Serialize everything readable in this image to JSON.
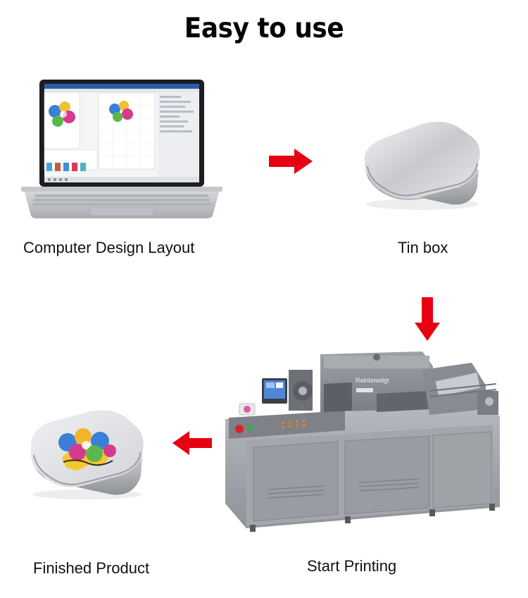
{
  "page": {
    "title": "Easy to use"
  },
  "steps": [
    {
      "caption": "Computer Design Layout",
      "image": "laptop-design-image"
    },
    {
      "caption": "Tin box",
      "image": "tin-box-image"
    },
    {
      "caption": "Start Printing",
      "image": "printer-machine-image"
    },
    {
      "caption": "Finished Product",
      "image": "finished-tin-image"
    }
  ],
  "printer": {
    "brand": "Rainbowdgt"
  },
  "colors": {
    "arrow": "#e60012",
    "metal": "#c9cbcf",
    "text": "#111111"
  },
  "icons": {
    "right": "arrow-right-icon",
    "down": "arrow-down-icon",
    "left": "arrow-left-icon"
  }
}
